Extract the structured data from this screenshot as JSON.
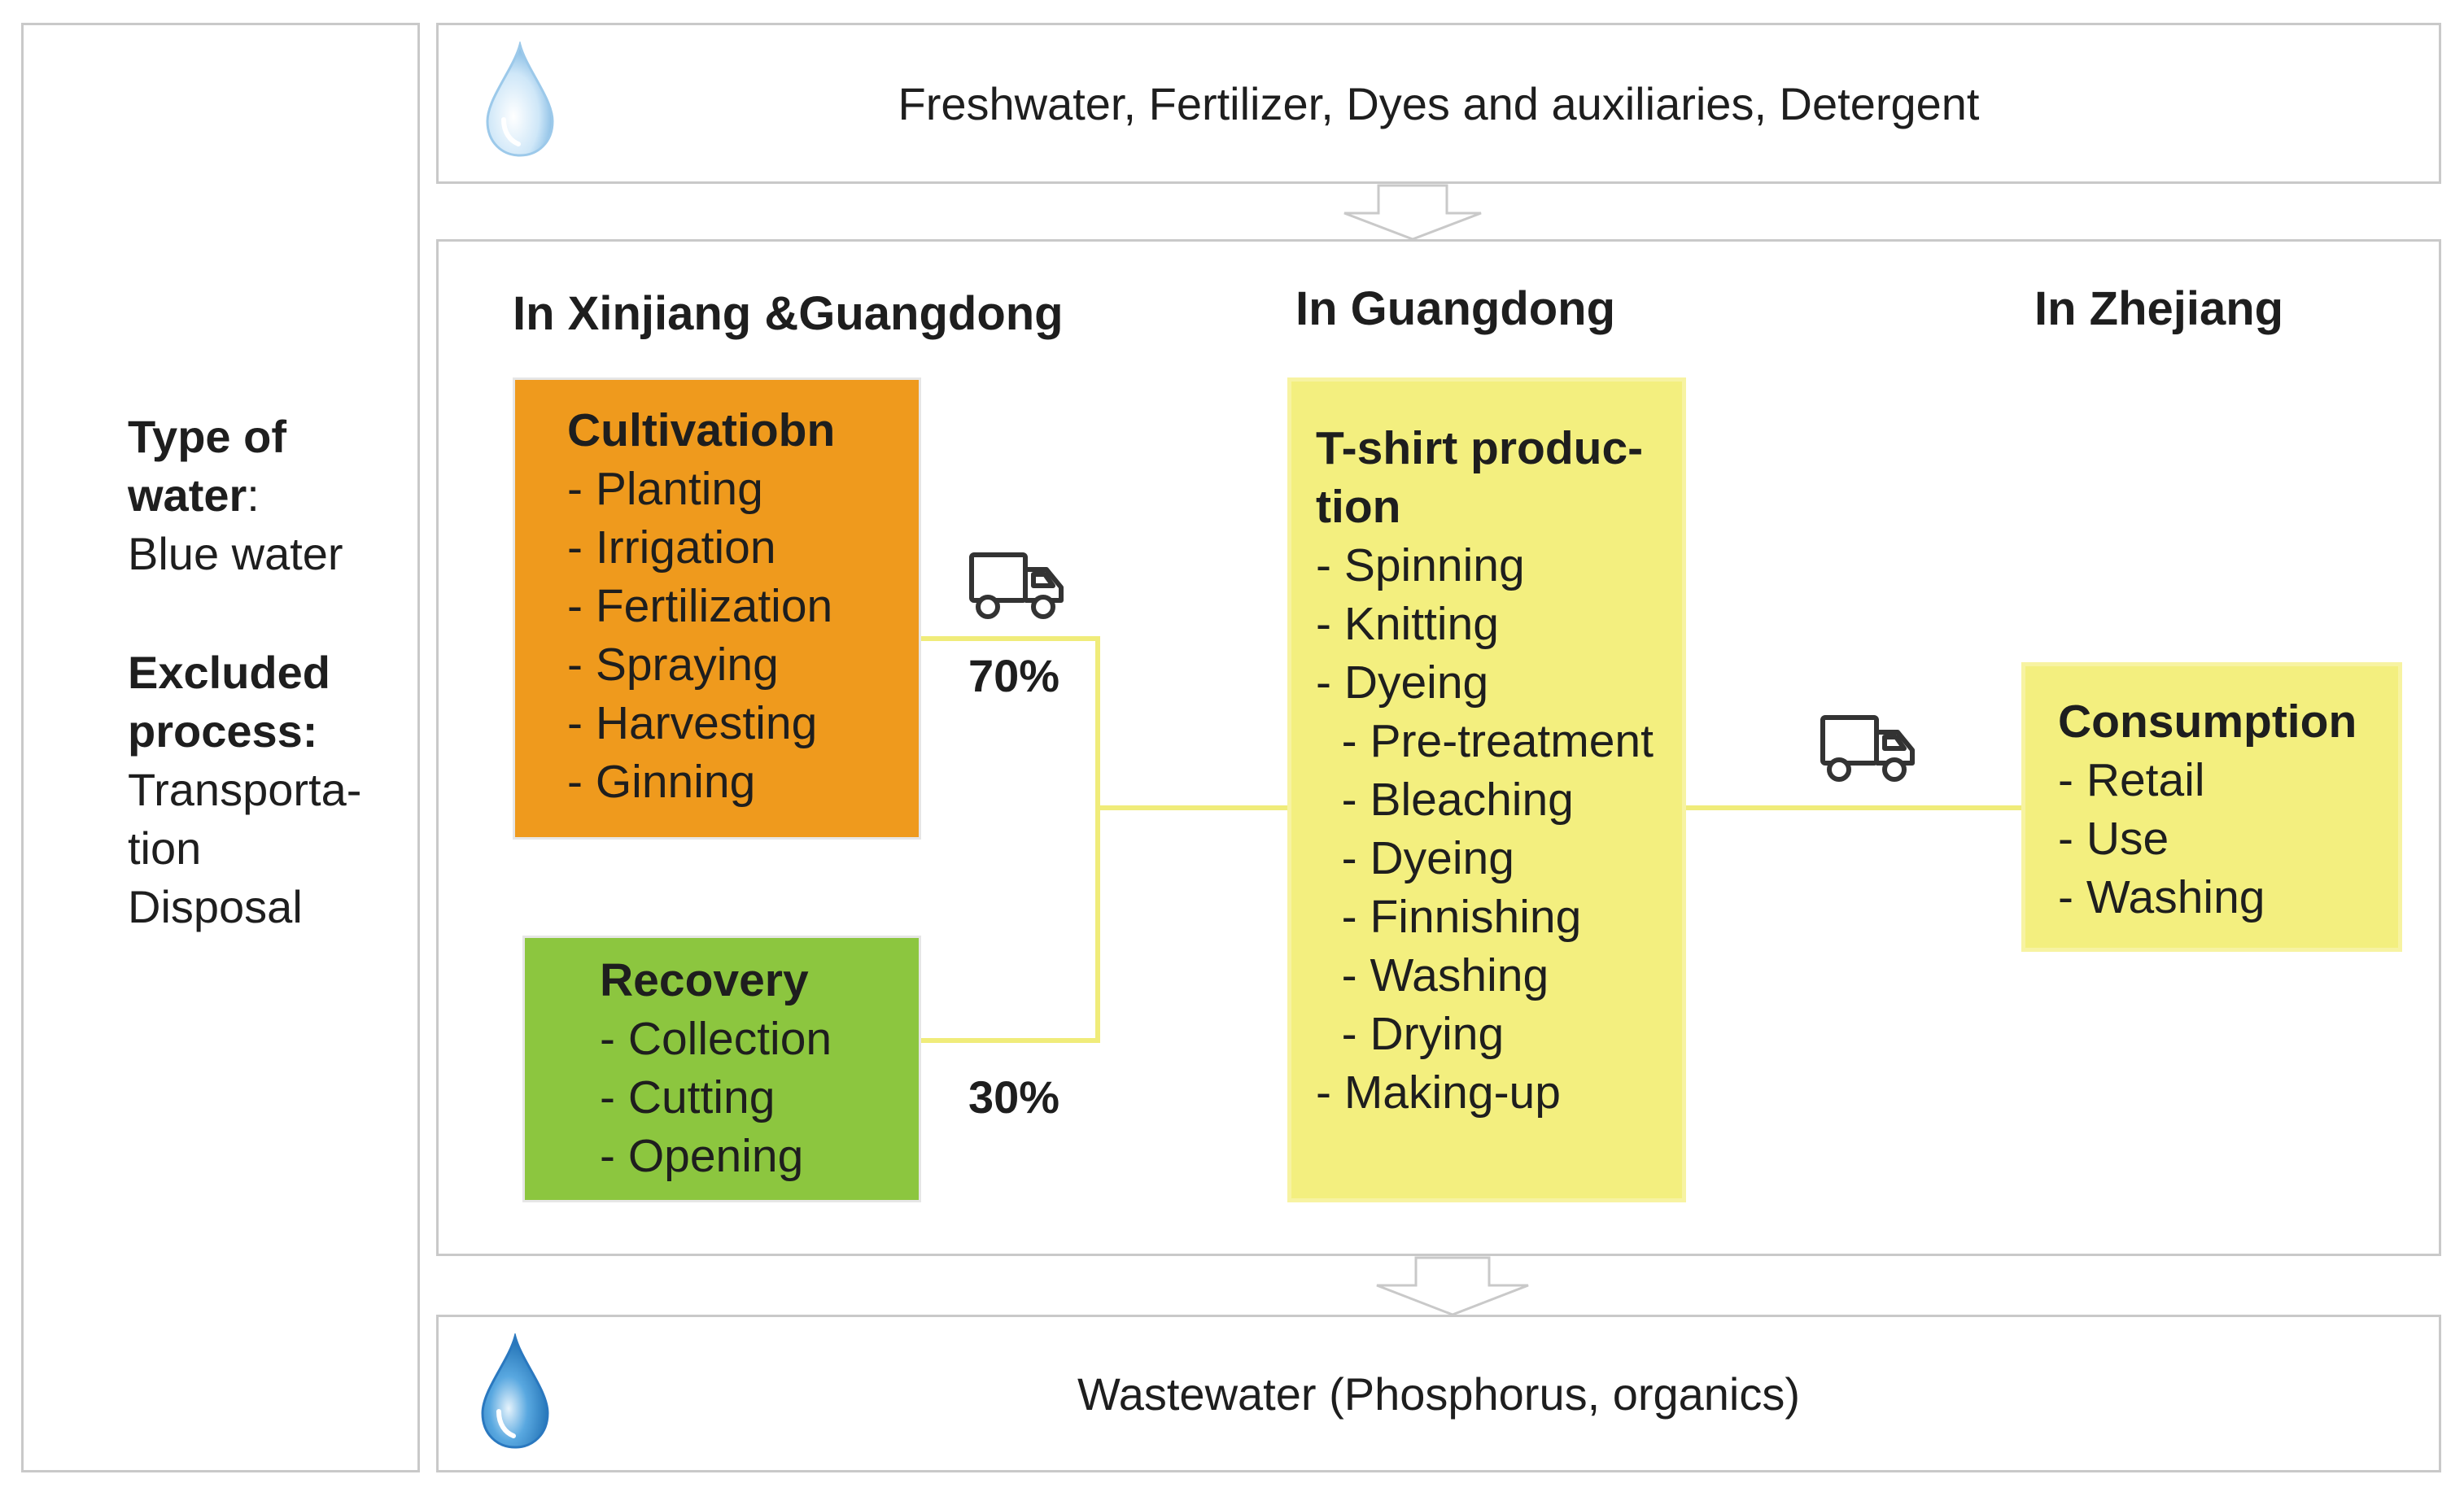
{
  "sidebar": {
    "water_type_lines": [
      "Type of",
      "water",
      "Blue water"
    ],
    "water_type_colon": ":",
    "excluded_lines": [
      "Excluded",
      "process:",
      "Transporta-",
      "tion",
      "Disposal"
    ]
  },
  "input": {
    "text": "Freshwater, Fertilizer, Dyes and auxiliaries, Detergent",
    "icon": "water-drop-icon",
    "drop_color": "#a9d3f0"
  },
  "regions": {
    "left": "In Xinjiang &Guangdong",
    "middle": "In Guangdong",
    "right": "In Zhejiang"
  },
  "cultivation": {
    "title": "Cultivatiobn",
    "items": [
      "- Planting",
      "- Irrigation",
      "- Fertilization",
      "- Spraying",
      "- Harvesting",
      "- Ginning"
    ],
    "color": "#ef9a1d"
  },
  "recovery": {
    "title": "Recovery",
    "items": [
      "- Collection",
      "- Cutting",
      "- Opening"
    ],
    "color": "#8cc63f"
  },
  "tshirt": {
    "title_lines": [
      "T-shirt produc-",
      "tion"
    ],
    "items": [
      "- Spinning",
      "- Knitting",
      "- Dyeing",
      "  - Pre-treatment",
      "  - Bleaching",
      "  - Dyeing",
      "  - Finnishing",
      "  - Washing",
      "  - Drying",
      "- Making-up"
    ],
    "color": "#f3ef7f"
  },
  "consumption": {
    "title": "Consumption",
    "items": [
      "- Retail",
      "- Use",
      "- Washing"
    ],
    "color": "#f3ef7f"
  },
  "shares": {
    "cultivation_share": "70%",
    "recovery_share": "30%"
  },
  "transport_icons": [
    "truck-icon",
    "truck-icon"
  ],
  "output": {
    "text": "Wastewater (Phosphorus, organics)",
    "icon": "water-drop-icon",
    "drop_color": "#2f8bd1"
  },
  "colors": {
    "flow_line": "#f0ec7a",
    "panel_border": "#c9c9c9"
  }
}
